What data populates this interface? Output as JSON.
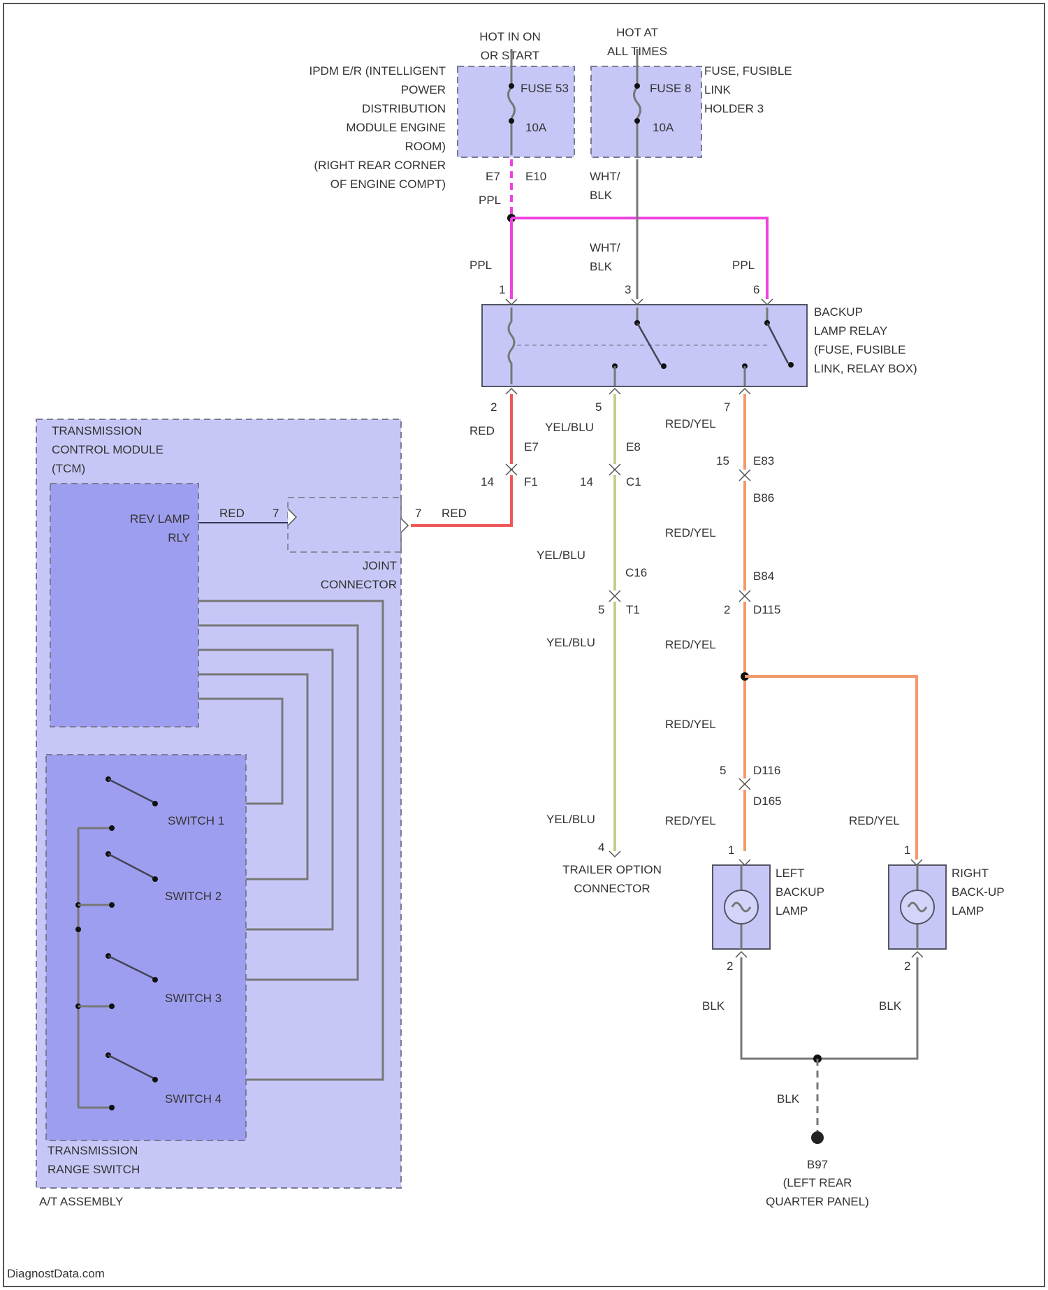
{
  "sources": {
    "hot_in_on": "HOT IN ON\nOR START",
    "hot_at_all_times": "HOT AT\nALL TIMES"
  },
  "ipdm": {
    "label": "IPDM E/R (INTELLIGENT\nPOWER\nDISTRIBUTION\nMODULE ENGINE\nROOM)\n(RIGHT REAR CORNER\nOF ENGINE COMPT)",
    "fuse_name": "FUSE 53",
    "fuse_rating": "10A",
    "connector_left": "E7",
    "connector_right": "E10"
  },
  "fusible_link": {
    "label": "FUSE, FUSIBLE\nLINK\nHOLDER 3",
    "fuse_name": "FUSE 8",
    "fuse_rating": "10A"
  },
  "relay": {
    "label": "BACKUP\nLAMP RELAY\n(FUSE, FUSIBLE\nLINK, RELAY BOX)",
    "pins": [
      "1",
      "3",
      "6",
      "2",
      "5",
      "7"
    ]
  },
  "wire_colors": {
    "ppl": "PPL",
    "wht_blk": "WHT/\nBLK",
    "red": "RED",
    "yel_blu": "YEL/BLU",
    "red_yel": "RED/YEL",
    "blk": "BLK"
  },
  "connectors": {
    "e7": "E7",
    "f1": "F1",
    "e8": "E8",
    "c1": "C1",
    "c16": "C16",
    "t1": "T1",
    "e83": "E83",
    "b86": "B86",
    "b84": "B84",
    "d115": "D115",
    "d116": "D116",
    "d165": "D165"
  },
  "pin_numbers": {
    "p2": "2",
    "p5": "5",
    "p7": "7",
    "p14a": "14",
    "p14b": "14",
    "p15": "15",
    "p3": "3",
    "p2b": "2",
    "p5b": "5",
    "p4": "4",
    "p1a": "1",
    "p1b": "1",
    "p2c": "2",
    "p2d": "2",
    "p7a": "7",
    "p7b": "7"
  },
  "tcm": {
    "label": "TRANSMISSION\nCONTROL MODULE\n(TCM)",
    "rev_lamp": "REV LAMP\nRLY",
    "rev_wire": "RED",
    "joint_connector": "JOINT\nCONNECTOR"
  },
  "range_switch": {
    "label": "TRANSMISSION\nRANGE SWITCH",
    "switches": [
      "SWITCH 1",
      "SWITCH 2",
      "SWITCH 3",
      "SWITCH 4"
    ]
  },
  "at_assembly": "A/T ASSEMBLY",
  "trailer": "TRAILER OPTION\nCONNECTOR",
  "left_lamp": "LEFT\nBACKUP\nLAMP",
  "right_lamp": "RIGHT\nBACK-UP\nLAMP",
  "ground": {
    "id": "B97",
    "location": "(LEFT REAR\nQUARTER PANEL)"
  },
  "watermark": "DiagnostData.com"
}
